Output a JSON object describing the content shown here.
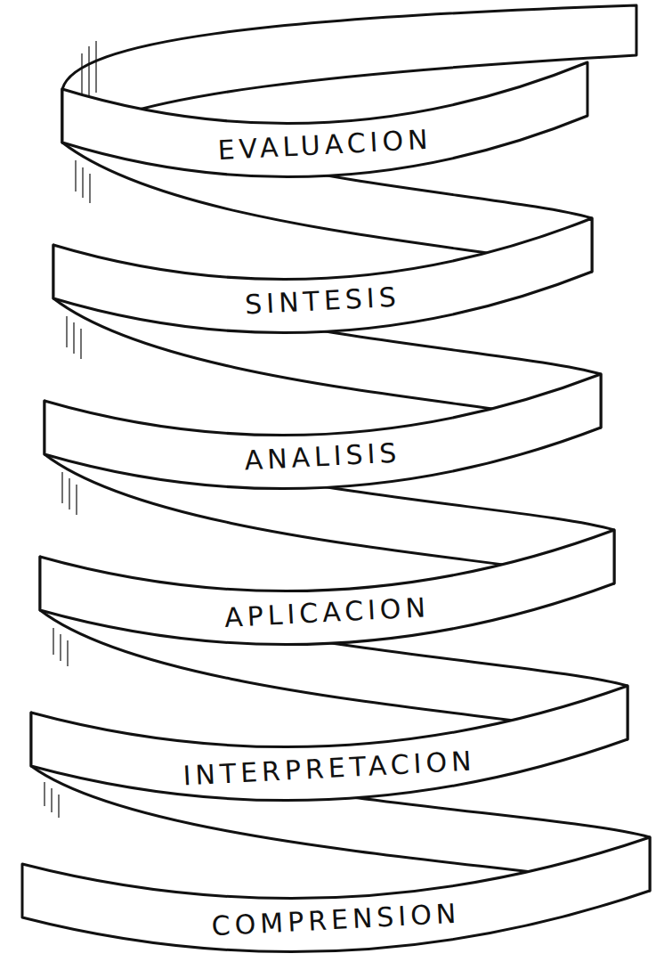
{
  "diagram": {
    "nodes": [
      {
        "text": [
          "EVALUACION"
        ]
      },
      {
        "text": [
          "SINTESIS"
        ]
      },
      {
        "text": [
          "ANALISIS"
        ]
      },
      {
        "text": [
          "APLICACION"
        ]
      },
      {
        "text": [
          "INTERPRETACION"
        ]
      },
      {
        "text": [
          "COMPRENSION"
        ]
      }
    ]
  }
}
